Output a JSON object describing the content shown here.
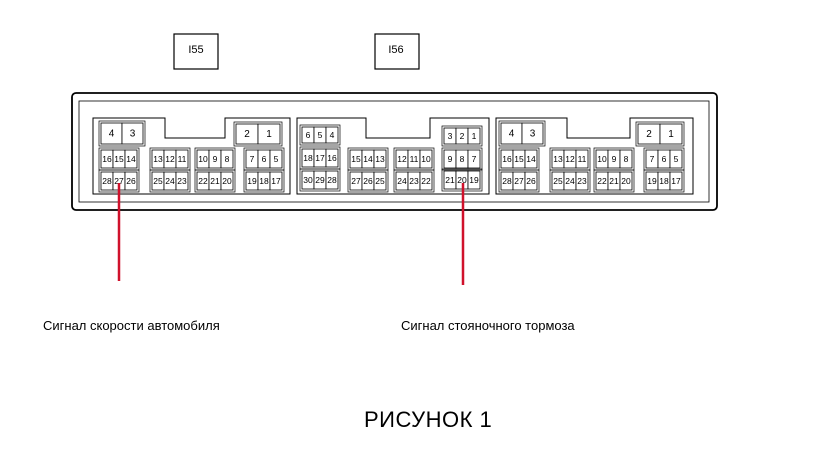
{
  "connectors": [
    "I55",
    "I56"
  ],
  "pin_groups": {
    "big_top": [
      "4",
      "3"
    ],
    "small_top": [
      "2",
      "1"
    ],
    "i56_top_left": [
      "6",
      "5",
      "4"
    ],
    "i56_top_right": [
      "3",
      "2",
      "1"
    ],
    "i55_left_row2": [
      "16",
      "15",
      "14"
    ],
    "i55_left_row3": [
      "28",
      "27",
      "26"
    ],
    "mid_a_row2": [
      "13",
      "12",
      "11"
    ],
    "mid_a_row3": [
      "25",
      "24",
      "23"
    ],
    "mid_b_row2": [
      "10",
      "9",
      "8"
    ],
    "mid_b_row3": [
      "22",
      "21",
      "20"
    ],
    "right_row2": [
      "7",
      "6",
      "5"
    ],
    "right_row3": [
      "19",
      "18",
      "17"
    ],
    "i56_left_row2": [
      "18",
      "17",
      "16"
    ],
    "i56_left_row3": [
      "30",
      "29",
      "28"
    ],
    "i56_mid_a_row2": [
      "15",
      "14",
      "13"
    ],
    "i56_mid_a_row3": [
      "27",
      "26",
      "25"
    ],
    "i56_mid_b_row2": [
      "12",
      "11",
      "10"
    ],
    "i56_mid_b_row3": [
      "24",
      "23",
      "22"
    ],
    "i56_right_row2": [
      "9",
      "8",
      "7"
    ],
    "i56_right_row3": [
      "21",
      "20",
      "19"
    ]
  },
  "signals": {
    "speed": "Сигнал скорости автомобиля",
    "parking_brake": "Сигнал стояночного тормоза"
  },
  "caption": "РИСУНОК 1",
  "colors": {
    "signal_line": "#d0112b",
    "outline": "#000000"
  }
}
